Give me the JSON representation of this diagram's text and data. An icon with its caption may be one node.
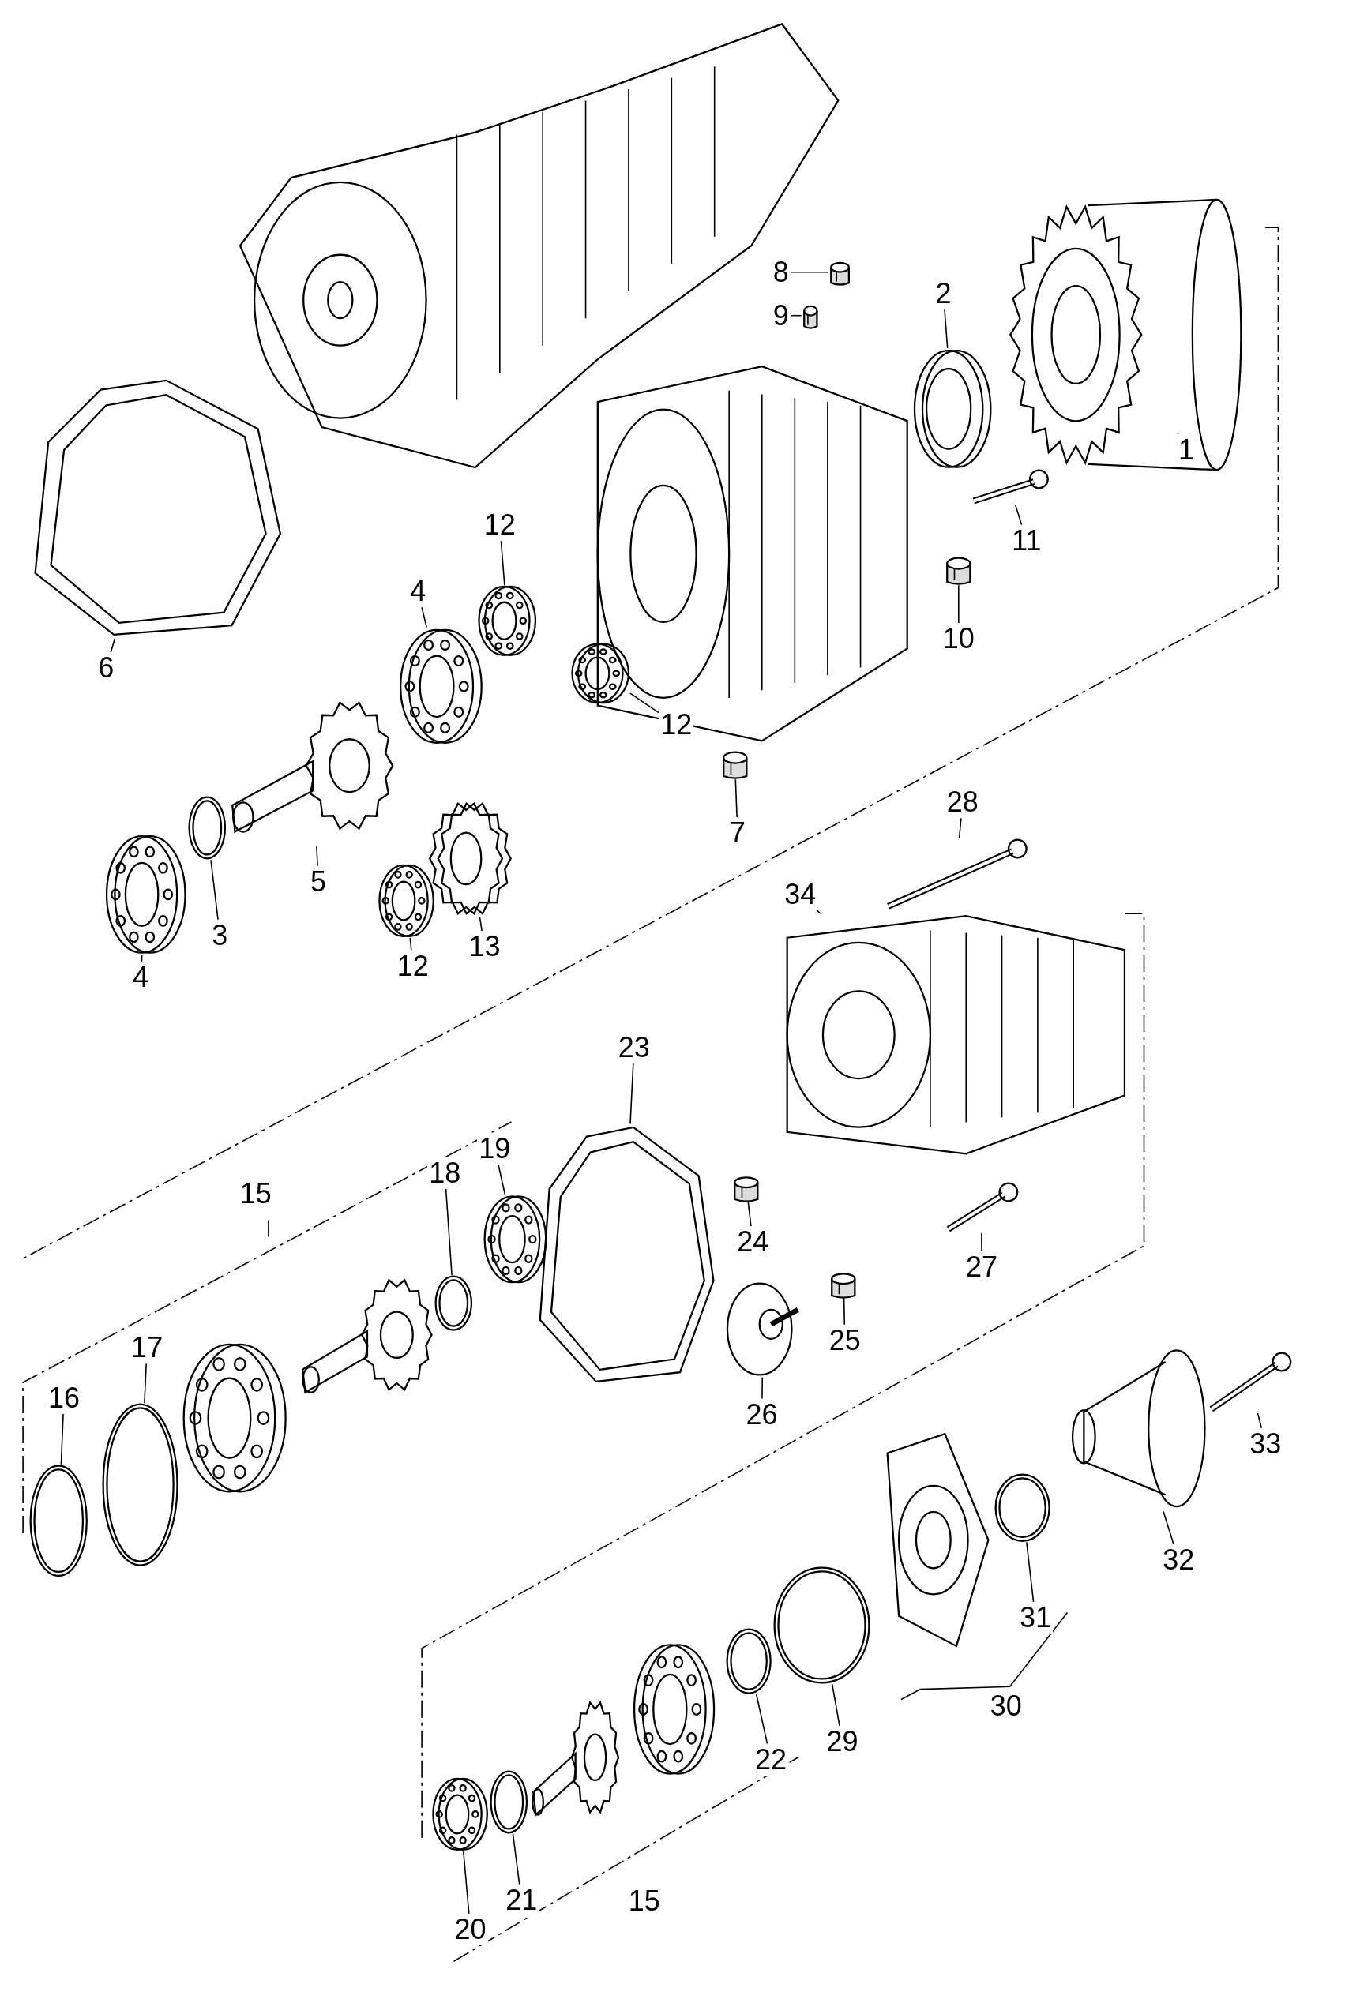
{
  "diagram": {
    "nodes": [
      {
        "text": [
          "8"
        ]
      },
      {
        "text": [],
        "shape": "cylinder"
      },
      {
        "text": [
          "9"
        ]
      },
      {
        "text": [],
        "shape": "cylinder"
      },
      {
        "text": [
          "2"
        ]
      },
      {
        "text": [],
        "shape": "picture"
      },
      {
        "text": [
          "1"
        ]
      },
      {
        "text": [],
        "shape": "picture"
      },
      {
        "text": [
          "12"
        ]
      },
      {
        "text": [],
        "shape": "picture"
      },
      {
        "text": [
          "11"
        ]
      },
      {
        "text": [],
        "shape": "picture"
      },
      {
        "text": [
          "4"
        ]
      },
      {
        "text": [],
        "shape": "picture"
      },
      {
        "text": [
          "12"
        ]
      },
      {
        "text": [],
        "shape": "picture"
      },
      {
        "text": [
          "10"
        ]
      },
      {
        "text": [],
        "shape": "cylinder"
      },
      {
        "text": [
          "6"
        ]
      },
      {
        "text": [],
        "shape": "picture"
      },
      {
        "text": [
          "7"
        ]
      },
      {
        "text": [],
        "shape": "cylinder"
      },
      {
        "text": [
          "28"
        ]
      },
      {
        "text": [],
        "shape": "picture"
      },
      {
        "text": [
          "5"
        ]
      },
      {
        "text": [],
        "shape": "picture"
      },
      {
        "text": [
          "34"
        ]
      },
      {
        "text": [],
        "shape": "picture"
      },
      {
        "text": [
          "13"
        ]
      },
      {
        "text": [],
        "shape": "picture"
      },
      {
        "text": [
          "3"
        ]
      },
      {
        "text": [],
        "shape": "picture"
      },
      {
        "text": [
          "12"
        ]
      },
      {
        "text": [],
        "shape": "picture"
      },
      {
        "text": [
          "4"
        ]
      },
      {
        "text": [],
        "shape": "picture"
      },
      {
        "text": [
          "23"
        ]
      },
      {
        "text": [],
        "shape": "picture"
      },
      {
        "text": [
          "19"
        ]
      },
      {
        "text": [],
        "shape": "picture"
      },
      {
        "text": [
          "18"
        ]
      },
      {
        "text": [],
        "shape": "picture"
      },
      {
        "text": [
          "24"
        ]
      },
      {
        "text": [],
        "shape": "cylinder"
      },
      {
        "text": [
          "27"
        ]
      },
      {
        "text": [],
        "shape": "picture"
      },
      {
        "text": [
          "25"
        ]
      },
      {
        "text": [],
        "shape": "cylinder"
      },
      {
        "text": [
          "17"
        ]
      },
      {
        "text": [],
        "shape": "picture"
      },
      {
        "text": [
          "16"
        ]
      },
      {
        "text": [],
        "shape": "picture"
      },
      {
        "text": [
          "26"
        ]
      },
      {
        "text": [],
        "shape": "picture"
      },
      {
        "text": [
          "33"
        ]
      },
      {
        "text": [],
        "shape": "picture"
      },
      {
        "text": [
          "32"
        ]
      },
      {
        "text": [],
        "shape": "picture"
      },
      {
        "text": [
          "31"
        ]
      },
      {
        "text": [],
        "shape": "picture"
      },
      {
        "text": [
          "29"
        ]
      },
      {
        "text": [],
        "shape": "picture"
      },
      {
        "text": [
          "22"
        ]
      },
      {
        "text": [],
        "shape": "picture"
      },
      {
        "text": [
          "21"
        ]
      },
      {
        "text": [],
        "shape": "picture"
      },
      {
        "text": [
          "20"
        ]
      },
      {
        "text": [],
        "shape": "picture"
      },
      {
        "text": [
          "15"
        ]
      },
      {
        "text": [
          "30"
        ]
      },
      {
        "text": [
          "15"
        ]
      }
    ],
    "edges": [
      {
        "from": 0,
        "to": 1,
        "arrow": "none"
      },
      {
        "from": 2,
        "to": 3,
        "arrow": "none"
      },
      {
        "from": 4,
        "to": 5,
        "arrow": "none"
      },
      {
        "from": 6,
        "to": 7,
        "arrow": "none"
      },
      {
        "from": 8,
        "to": 9,
        "arrow": "none"
      },
      {
        "from": 10,
        "to": 11,
        "arrow": "none"
      },
      {
        "from": 12,
        "to": 13,
        "arrow": "none"
      },
      {
        "from": 14,
        "to": 15,
        "arrow": "none"
      },
      {
        "from": 16,
        "to": 17,
        "arrow": "none"
      },
      {
        "from": 18,
        "to": 19,
        "arrow": "none"
      },
      {
        "from": 20,
        "to": 21,
        "arrow": "none"
      },
      {
        "from": 22,
        "to": 23,
        "arrow": "none"
      },
      {
        "from": 24,
        "to": 25,
        "arrow": "none"
      },
      {
        "from": 26,
        "to": 27,
        "arrow": "none"
      },
      {
        "from": 28,
        "to": 29,
        "arrow": "none"
      },
      {
        "from": 30,
        "to": 31,
        "arrow": "none"
      },
      {
        "from": 32,
        "to": 33,
        "arrow": "none"
      },
      {
        "from": 34,
        "to": 35,
        "arrow": "none"
      },
      {
        "from": 36,
        "to": 37,
        "arrow": "none"
      },
      {
        "from": 38,
        "to": 39,
        "arrow": "none"
      },
      {
        "from": 40,
        "to": 41,
        "arrow": "none"
      },
      {
        "from": 42,
        "to": 43,
        "arrow": "none"
      },
      {
        "from": 44,
        "to": 45,
        "arrow": "none"
      },
      {
        "from": 46,
        "to": 47,
        "arrow": "none"
      },
      {
        "from": 48,
        "to": 49,
        "arrow": "none"
      },
      {
        "from": 50,
        "to": 51,
        "arrow": "none"
      },
      {
        "from": 52,
        "to": 53,
        "arrow": "none"
      },
      {
        "from": 54,
        "to": 55,
        "arrow": "none"
      },
      {
        "from": 56,
        "to": 57,
        "arrow": "none"
      },
      {
        "from": 58,
        "to": 59,
        "arrow": "none"
      },
      {
        "from": 60,
        "to": 61,
        "arrow": "none"
      },
      {
        "from": 62,
        "to": 63,
        "arrow": "none"
      },
      {
        "from": 64,
        "to": 65,
        "arrow": "none"
      },
      {
        "from": 66,
        "to": 67,
        "arrow": "none"
      }
    ]
  }
}
